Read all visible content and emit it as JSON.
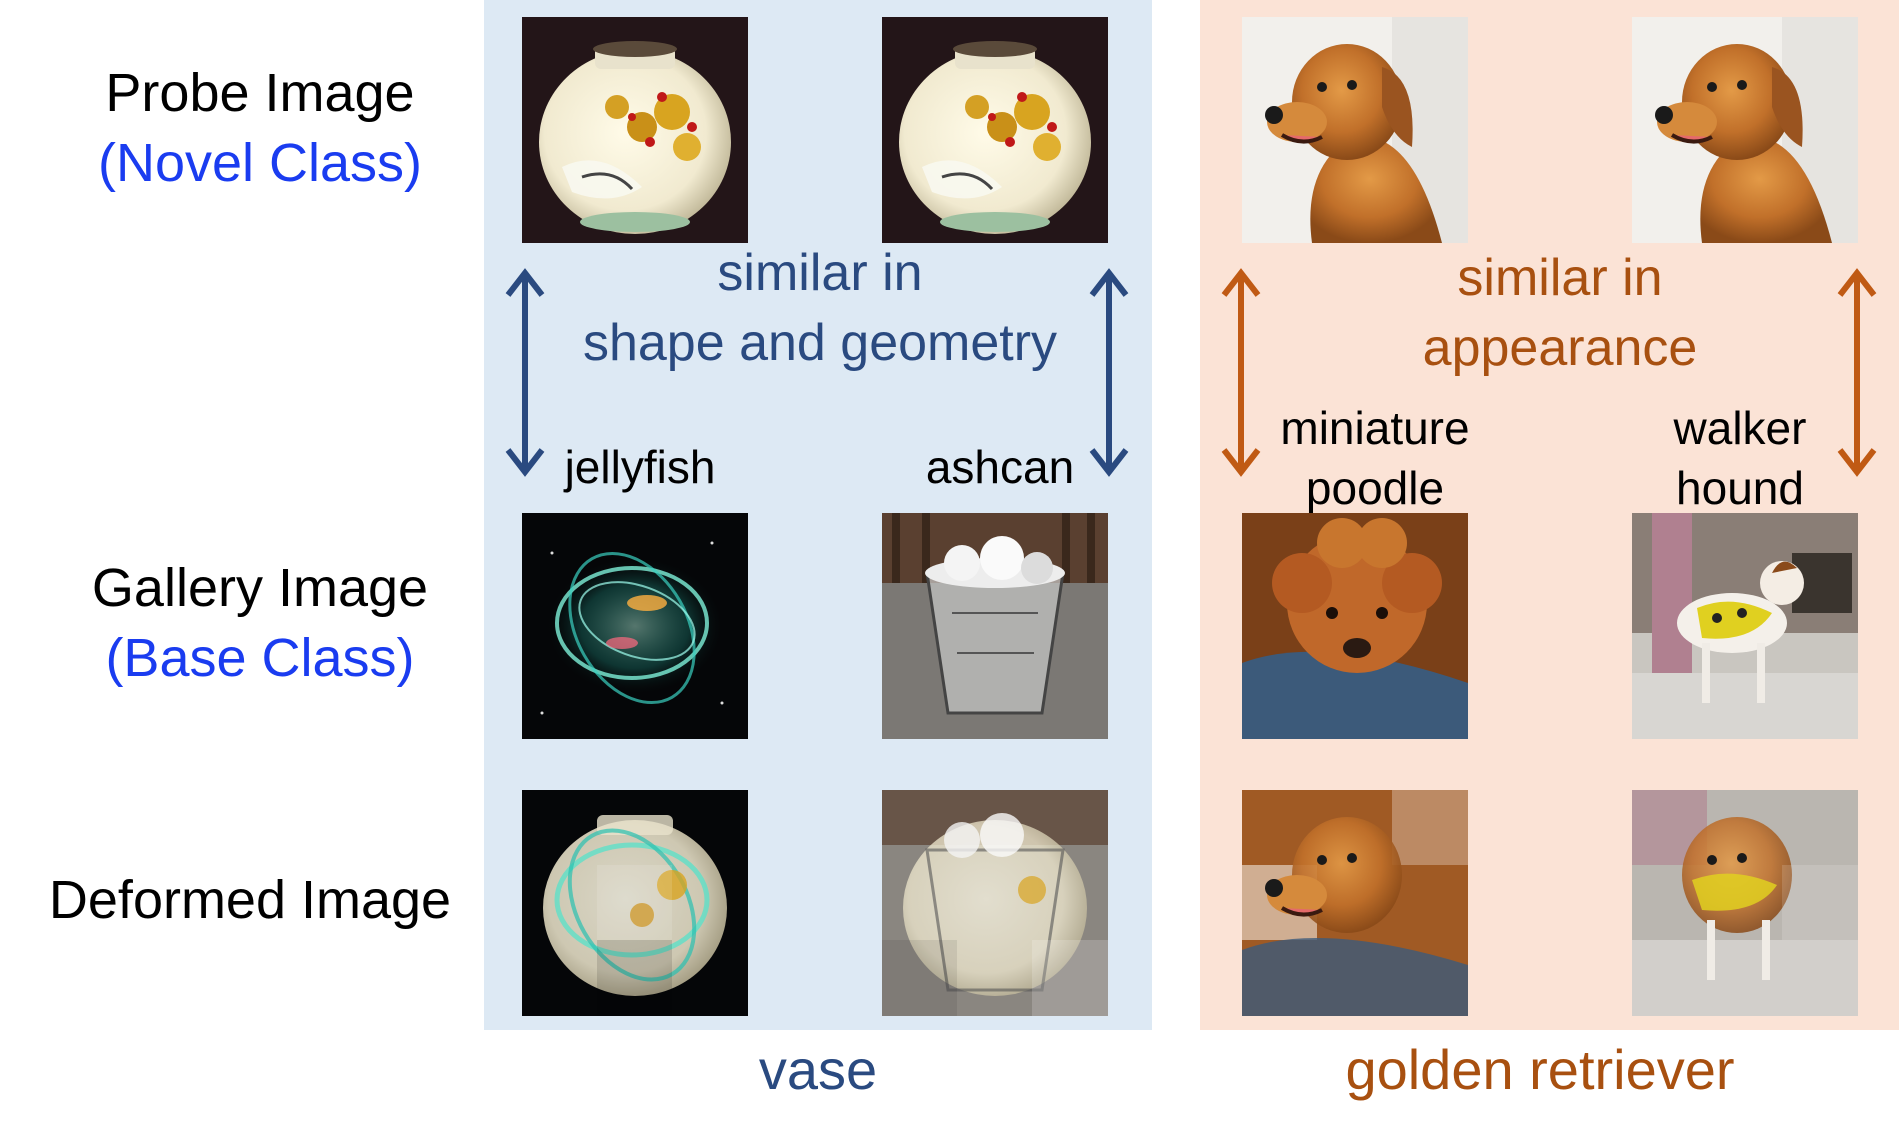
{
  "rows": {
    "probe": {
      "title": "Probe Image",
      "subtitle": "(Novel Class)"
    },
    "gallery": {
      "title": "Gallery Image",
      "subtitle": "(Base Class)"
    },
    "deformed": {
      "title": "Deformed Image"
    }
  },
  "panels": {
    "vase": {
      "caption_line1": "similar in",
      "caption_line2": "shape and geometry",
      "gallery_left_label": "jellyfish",
      "gallery_right_label": "ashcan",
      "footer": "vase",
      "color": "#2a4a80",
      "background": "#dde9f4"
    },
    "golden_retriever": {
      "caption_line1": "similar in",
      "caption_line2": "appearance",
      "gallery_left_label_line1": "miniature",
      "gallery_left_label_line2": "poodle",
      "gallery_right_label_line1": "walker",
      "gallery_right_label_line2": "hound",
      "footer": "golden retriever",
      "color": "#c05a14",
      "background": "#fbe3d6"
    }
  },
  "colors": {
    "subtitle": "#1a3cf0",
    "arrow_blue": "#2a4a80",
    "arrow_orange": "#c05a14"
  }
}
